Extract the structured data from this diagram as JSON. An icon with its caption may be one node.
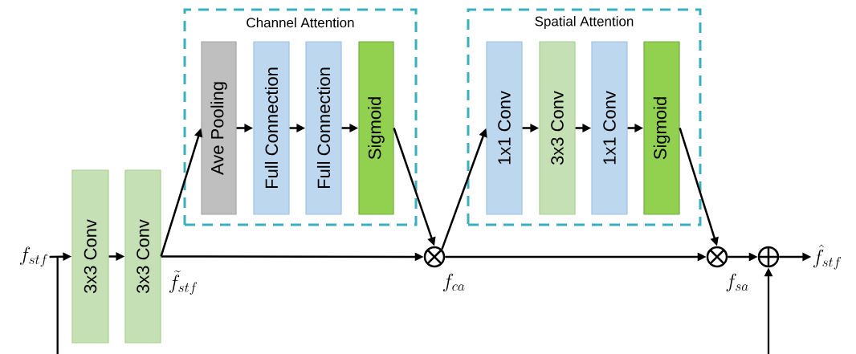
{
  "diagram": {
    "nodes": [
      {
        "text": [
          "f_{stf}"
        ]
      },
      {
        "text": [
          "3x3 Conv"
        ]
      },
      {
        "text": [
          "3x3 Conv"
        ]
      },
      {
        "text": [
          "Channel Attention"
        ]
      },
      {
        "text": [
          "Ave Pooling"
        ],
        "in": 3
      },
      {
        "text": [
          "Full Connection"
        ],
        "in": 3
      },
      {
        "text": [
          "Full Connection"
        ],
        "in": 3
      },
      {
        "text": [
          "Sigmoid"
        ],
        "in": 3
      },
      {
        "text": [],
        "shape": "circle",
        "beside": [
          "f_{ca}"
        ]
      },
      {
        "text": [
          "Spatial Attention"
        ]
      },
      {
        "text": [
          "1x1 Conv"
        ],
        "in": 9
      },
      {
        "text": [
          "3x3 Conv"
        ],
        "in": 9
      },
      {
        "text": [
          "1x1 Conv"
        ],
        "in": 9
      },
      {
        "text": [
          "Sigmoid"
        ],
        "in": 9
      },
      {
        "text": [],
        "shape": "circle",
        "beside": [
          "f_{sa}"
        ]
      },
      {
        "text": [],
        "shape": "circle"
      },
      {
        "text": [
          "\\hat{f}_{stf}"
        ]
      }
    ],
    "edges": [
      {
        "from": 0,
        "to": 1,
        "arrow": "to"
      },
      {
        "from": 0,
        "to": null,
        "arrow": "none"
      },
      {
        "from": 1,
        "to": 2,
        "arrow": "to"
      },
      {
        "from": 2,
        "to": 4,
        "arrow": "to"
      },
      {
        "from": 2,
        "to": 8,
        "arrow": "to"
      },
      {
        "from": 4,
        "to": 5,
        "arrow": "to"
      },
      {
        "from": 5,
        "to": 6,
        "arrow": "to"
      },
      {
        "from": 6,
        "to": 7,
        "arrow": "to"
      },
      {
        "from": 7,
        "to": 8,
        "arrow": "to"
      },
      {
        "from": 8,
        "to": 10,
        "arrow": "to"
      },
      {
        "from": 8,
        "to": 14,
        "arrow": "to"
      },
      {
        "from": 10,
        "to": 11,
        "arrow": "to"
      },
      {
        "from": 11,
        "to": 12,
        "arrow": "to"
      },
      {
        "from": 12,
        "to": 13,
        "arrow": "to"
      },
      {
        "from": 13,
        "to": 14,
        "arrow": "to"
      },
      {
        "from": 14,
        "to": 15,
        "arrow": "to"
      },
      {
        "from": null,
        "to": 15,
        "arrow": "to"
      },
      {
        "from": 15,
        "to": 16,
        "arrow": "to"
      }
    ],
    "labels": [
      "\\tilde{f}_{stf}"
    ]
  }
}
